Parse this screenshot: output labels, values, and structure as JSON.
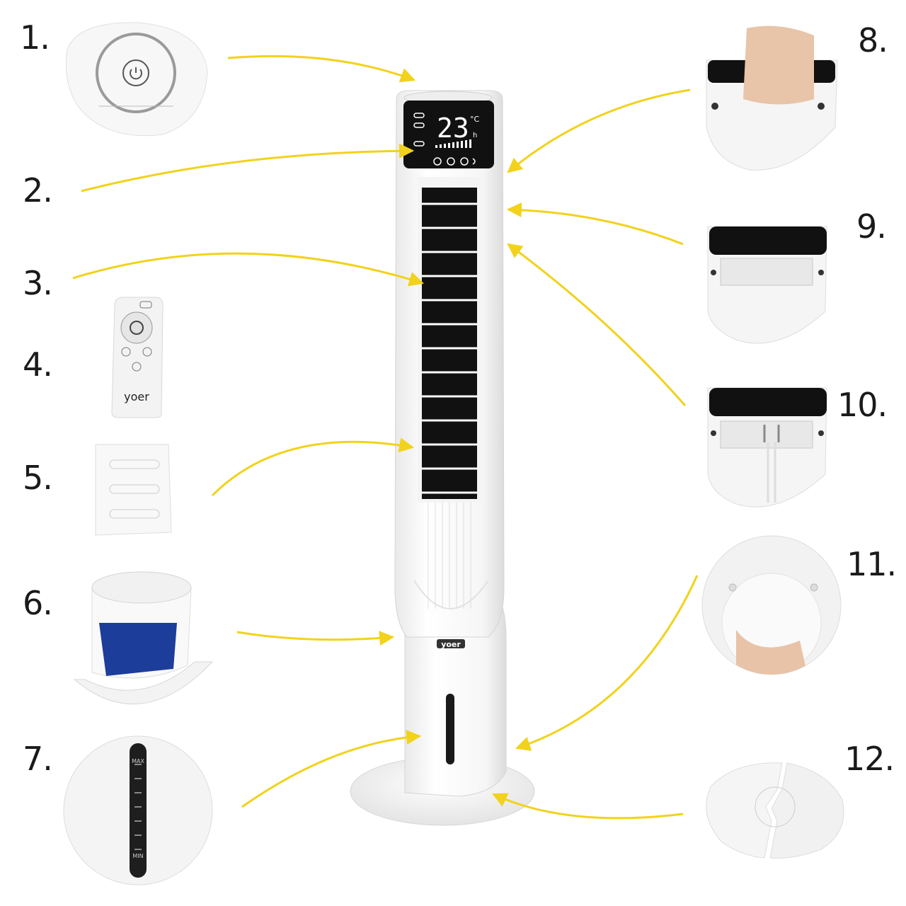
{
  "labels": [
    "1.",
    "2.",
    "3.",
    "4.",
    "5.",
    "6.",
    "7.",
    "8.",
    "9.",
    "10.",
    "11.",
    "12."
  ],
  "product": {
    "brand": "yoer",
    "display_temp": "23",
    "display_unit": "°C",
    "display_h": "h"
  },
  "remote": {
    "brand": "yoer"
  },
  "level_indicator": {
    "max_label": "MAX",
    "min_label": "MIN"
  },
  "colors": {
    "arrow": "#f2d21b",
    "panel": "#111111",
    "body": "#ffffff"
  }
}
